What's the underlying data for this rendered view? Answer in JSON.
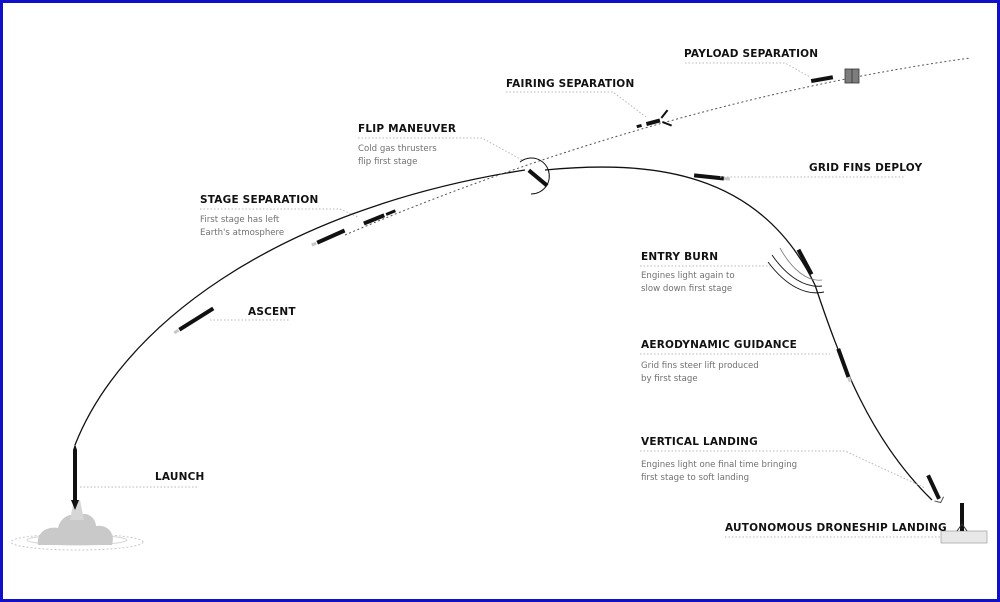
{
  "stages": [
    {
      "id": "launch",
      "label": "LAUNCH",
      "description": []
    },
    {
      "id": "ascent",
      "label": "ASCENT",
      "description": []
    },
    {
      "id": "stage-separation",
      "label": "STAGE SEPARATION",
      "description": [
        "First stage has left",
        "Earth's atmosphere"
      ]
    },
    {
      "id": "flip-maneuver",
      "label": "FLIP MANEUVER",
      "description": [
        "Cold gas thrusters",
        "flip first stage"
      ]
    },
    {
      "id": "fairing-separation",
      "label": "FAIRING SEPARATION",
      "description": []
    },
    {
      "id": "payload-separation",
      "label": "PAYLOAD SEPARATION",
      "description": []
    },
    {
      "id": "grid-fins-deploy",
      "label": "GRID FINS DEPLOY",
      "description": []
    },
    {
      "id": "entry-burn",
      "label": "ENTRY BURN",
      "description": [
        "Engines light again to",
        "slow down first stage"
      ]
    },
    {
      "id": "aerodynamic-guidance",
      "label": "AERODYNAMIC GUIDANCE",
      "description": [
        "Grid fins steer lift produced",
        "by first stage"
      ]
    },
    {
      "id": "vertical-landing",
      "label": "VERTICAL LANDING",
      "description": [
        "Engines light one final time bringing",
        "first stage to soft landing"
      ]
    },
    {
      "id": "droneship-landing",
      "label": "AUTONOMOUS DRONESHIP LANDING",
      "description": []
    }
  ],
  "colors": {
    "frame": "#1010c8",
    "trajectory": "#111111",
    "label": "#111111",
    "description": "#707070",
    "leader": "#b8b8b8"
  }
}
